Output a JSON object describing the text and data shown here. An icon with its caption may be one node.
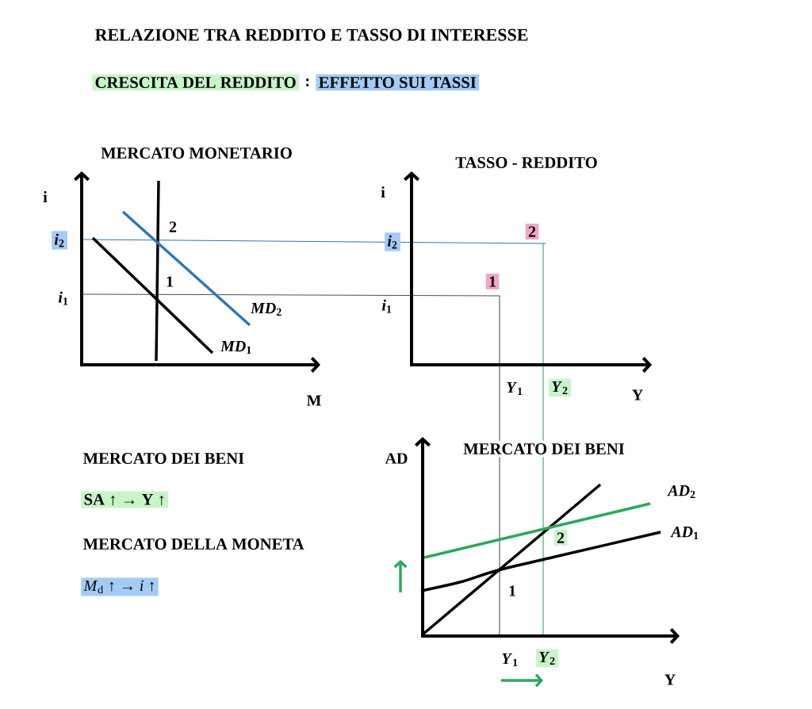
{
  "diagram": {
    "title": "RELAZIONE TRA REDDITO E TASSO DI INTERESSE",
    "labels": [
      "CRESCITA DEL REDDITO",
      ":",
      "EFFETTO SUI TASSI",
      "MERCATO MONETARIO",
      "TASSO - REDDITO",
      "i",
      "i",
      "*i*$_{2}$",
      "2",
      "*i*$_{2}$",
      "2",
      "1",
      "1",
      "*i*$_{1}$",
      "*MD*$_{2}$",
      "*i*$_{1}$",
      "*MD*$_{1}$",
      "M",
      "*Y*$_{1}$",
      "*Y*$_{2}$",
      "Y",
      "MERCATO DEI BENI",
      "AD",
      "MERCATO DEI BENI",
      "SA ↑ → Y ↑",
      "*AD*$_{2}$",
      "MERCATO DELLA MONETA",
      "2",
      "*AD*$_{1}$",
      "*M*$_{d}$ ↑ → *i* ↑",
      "1",
      "*Y*$_{1}$",
      "*Y*$_{2}$",
      "Y"
    ]
  }
}
